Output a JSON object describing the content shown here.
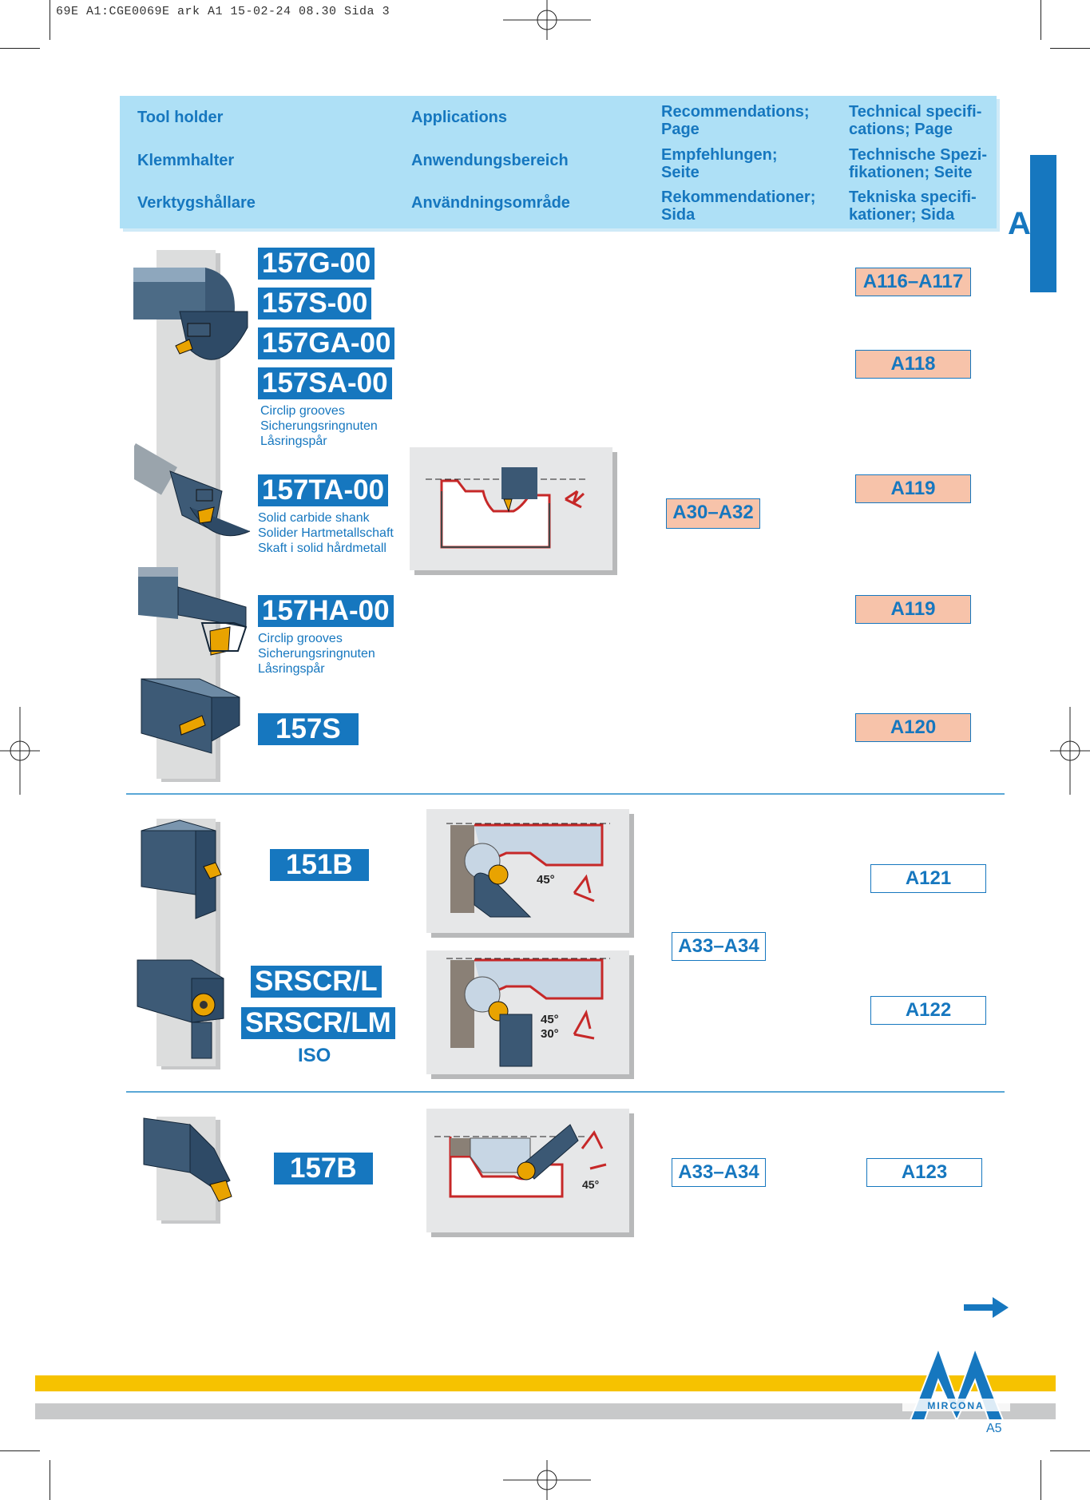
{
  "slug": "69E A1:CGE0069E ark A1  15-02-24  08.30  Sida 3",
  "header": {
    "col1": [
      "Tool holder",
      "Klemmhalter",
      "Verktygshållare"
    ],
    "col2": [
      "Applications",
      "Anwendungsbereich",
      "Användningsområde"
    ],
    "col3": [
      "Recommendations;\nPage",
      "Empfehlungen;\nSeite",
      "Rekommendationer;\nSida"
    ],
    "col4": [
      "Technical specifi-\ncations; Page",
      "Technische Spezi-\nfikationen; Seite",
      "Tekniska specifi-\nkationer; Sida"
    ]
  },
  "section_tab": "A",
  "sections": {
    "s1": {
      "codes": [
        "157G-00",
        "157S-00",
        "157GA-00",
        "157SA-00",
        "157TA-00",
        "157HA-00",
        "157S"
      ],
      "sub1": "Circlip grooves\nSicherungsringnuten\nLåsringspår",
      "sub2": "Solid carbide shank\nSolider Hartmetallschaft\nSkaft i solid hårdmetall",
      "sub3": "Circlip grooves\nSicherungsringnuten\nLåsringspår",
      "rec": "A30–A32",
      "specs": [
        "A116–A117",
        "A118",
        "A119",
        "A119",
        "A120"
      ]
    },
    "s2": {
      "codes": [
        "151B",
        "SRSCR/L",
        "SRSCR/LM"
      ],
      "iso": "ISO",
      "rec": "A33–A34",
      "specs": [
        "A121",
        "A122"
      ],
      "angle1": "45°",
      "angle2a": "45°",
      "angle2b": "30°"
    },
    "s3": {
      "code": "157B",
      "rec": "A33–A34",
      "spec": "A123",
      "angle": "45°"
    }
  },
  "footer": {
    "logo_text": "MIRCONA",
    "page": "A5"
  },
  "colors": {
    "accent": "#1677bf",
    "header_bg": "#aee0f6",
    "spec_fill": "#f7c3aa",
    "yellow": "#f6c200"
  }
}
